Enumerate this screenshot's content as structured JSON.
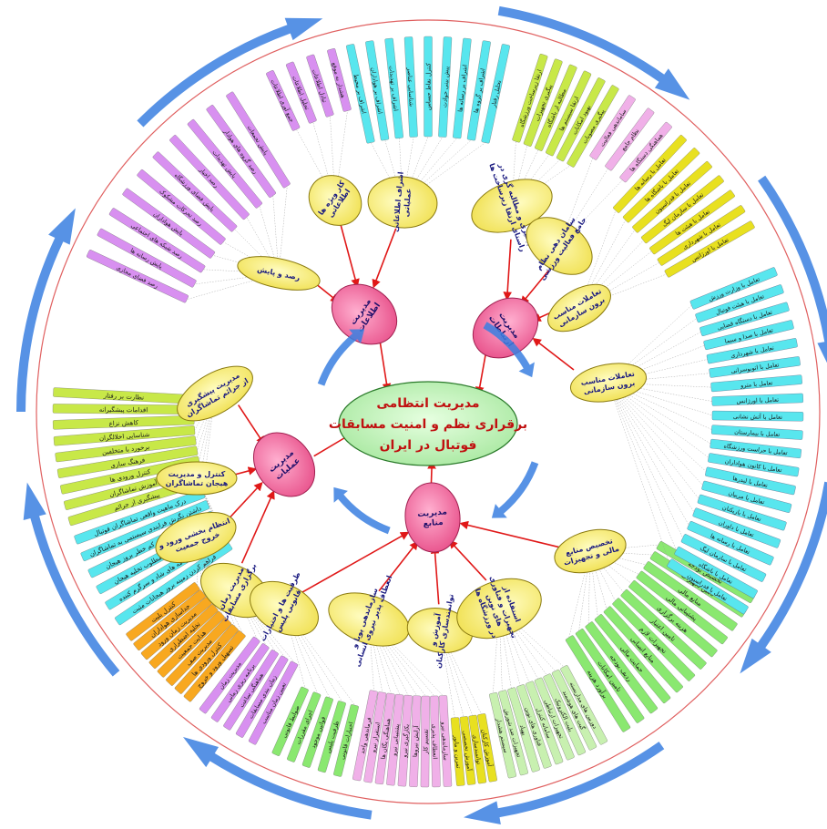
{
  "center": {
    "lines": [
      "مدیریت انتظامی",
      "برقراری نظم و امنیت مسابقات",
      "فوتبال در ایران"
    ]
  },
  "colors": {
    "center_fill": "#c8f0c0",
    "hub_fill": "#f06aa0",
    "sub_fill": "#f8f080",
    "arrow": "#e01818",
    "circle": "#e06060",
    "cycle_arrow": "#3a7fe0",
    "leaf_cyan": "#58e6ee",
    "leaf_lime": "#c8e848",
    "leaf_yellow": "#e8e020",
    "leaf_orange": "#f8a820",
    "leaf_violet": "#d890f0",
    "leaf_green": "#8ae870",
    "leaf_lightgreen": "#c8f0b0",
    "leaf_pink": "#f0b0e8"
  },
  "hubs": [
    {
      "id": "info",
      "lines": [
        "مدیریت",
        "اطلاعات"
      ],
      "subs": [
        {
          "lines": [
            "رصد و پایش"
          ],
          "color": "leaf_violet",
          "items": [
            "رصد فضای مجازی",
            "پایش رسانه ها",
            "رصد شبکه های اجتماعی",
            "پایش هواداران",
            "رصد تحرکات مشکوک",
            "پایش فضای ورزشگاه",
            "رصد اخبار",
            "پایش تهدیدات",
            "رصد گروه های هوادار",
            "پایش تجمعات"
          ]
        },
        {
          "lines": [
            "کار ویژه ها",
            "اطلاعاتی"
          ],
          "color": "leaf_violet",
          "items": [
            "جمع آوری اطلاعات",
            "تحلیل اطلاعات",
            "تبادل اطلاعات",
            "هشدار به موقع"
          ]
        },
        {
          "lines": [
            "اشراف اطلاعاتی",
            "عملیاتی"
          ],
          "color": "leaf_cyan",
          "items": [
            "اشراف بر محیط",
            "اشراف بر هواداران",
            "اشراف بر تهدیدات",
            "شناسایی عناصر",
            "کنترل نقاط حساس",
            "پیش بینی حوادث",
            "اشراف بر رسانه ها",
            "اشراف بر گروه ها",
            "تحلیل رفتار"
          ]
        }
      ]
    },
    {
      "id": "relations",
      "lines": [
        "مدیریت",
        "ارتباطات"
      ],
      "subs": [
        {
          "lines": [
            "پیگیری و مطالبه گری در",
            "راستای ارتقا زیرساخت ها"
          ],
          "color": "leaf_lime",
          "items": [
            "ارتقا زیرساخت ورزشگاه",
            "پیگیری تجهیزات",
            "مطالبه از باشگاه",
            "ارتقا سیستم ها",
            "بهبود امکانات",
            "پیگیری مصوبات"
          ]
        },
        {
          "lines": [
            "سامان دهی نظام",
            "جامع فعالیت ورزشی"
          ],
          "color": "leaf_pink",
          "items": [
            "ساماندهی فعالیت",
            "نظام جامع",
            "هماهنگی دستگاه ها"
          ]
        },
        {
          "lines": [
            "تعاملات مناسب",
            "برون سازمانی"
          ],
          "color": "leaf_yellow",
          "items": [
            "تعامل با رسانه ها",
            "تعامل با باشگاه ها",
            "تعامل با فدراسیون",
            "تعامل با سازمان لیگ",
            "تعامل با هیئت ها",
            "تعامل با شهرداری",
            "تعامل با اورژانس"
          ]
        }
      ]
    },
    {
      "id": "operations",
      "lines": [
        "مدیریت",
        "عملیات"
      ],
      "subs": [
        {
          "lines": [
            "مدیریت پیشگیری",
            "از جرائم تماشاگران"
          ],
          "color": "leaf_lime",
          "items": [
            "پیشگیری از جرائم",
            "آموزش تماشاگران",
            "کنترل ورودی ها",
            "فرهنگ سازی",
            "برخورد با متخلفین",
            "شناسایی اخلالگران",
            "کاهش نزاع",
            "اقدامات پیشگیرانه",
            "نظارت بر رفتار"
          ]
        },
        {
          "lines": [
            "کنترل و مدیریت",
            "هیجان تماشاگران"
          ],
          "color": "leaf_cyan",
          "items": [
            "فراهم کردن زمینه بروز هیجانات مثبت",
            "پیش بینی برنامه های شاد و سرگرم کننده",
            "جهت دهی هدایت مطلوب تخلیه هیجان",
            "فراهم کردن ابزار کم خطر بروز هیجان",
            "داشتن نگرش فرایندی سیستمی به تماشاگران",
            "درک ماهیت واقعی تماشاگران فوتبال"
          ]
        },
        {
          "lines": [
            "انتظام بخشی ورود و",
            "خروج جمعیت"
          ],
          "color": "leaf_orange",
          "items": [
            "تسهیل ورود و خروج",
            "کنترل ورودی ها",
            "مدیریت صف",
            "هدایت جمعیت",
            "تخلیه اضطراری",
            "مدیریت زمان ورود",
            "جداسازی هواداران",
            "کنترل بلیت"
          ]
        },
        {
          "lines": [
            "مدیریت زمان",
            "برگزاری مسابقات"
          ],
          "color": "leaf_violet",
          "items": [
            "تعیین زمان مناسب",
            "زمان بندی مسابقات",
            "هماهنگی ساعت",
            "برنامه ریزی زمانی",
            "مدیریت زمان"
          ]
        }
      ]
    },
    {
      "id": "resources",
      "lines": [
        "مدیریت",
        "منابع"
      ],
      "subs": [
        {
          "lines": [
            "ظرفیت ها و اختیارات",
            "قانونی پلیس"
          ],
          "color": "leaf_green",
          "items": [
            "اختیارات قانونی",
            "ظرفیت پلیس",
            "قوانین موجود",
            "اجرای مقررات",
            "ضوابط قانونی"
          ]
        },
        {
          "lines": [
            "سازماندهی پویا و",
            "انعطاف پذیر نیروی انسانی"
          ],
          "color": "leaf_pink",
          "items": [
            "سازماندهی نیرو",
            "انعطاف پذیری",
            "تقسیم کار",
            "آرایش نیروها",
            "بکارگیری نیرو",
            "پشتیبانی نیرو",
            "هماهنگی یگان ها",
            "استقرار نیرو",
            "فرماندهی واحد"
          ]
        },
        {
          "lines": [
            "آموزش و",
            "توانمندسازی کارکنان"
          ],
          "color": "leaf_yellow",
          "items": [
            "آموزش کارکنان",
            "توانمندسازی",
            "آموزش تخصصی",
            "تمرین و مانور"
          ]
        },
        {
          "lines": [
            "استفاده از",
            "تجهیزات و فناوری",
            "های نوین",
            "در ورزشگاه ها"
          ],
          "color": "leaf_lightgreen",
          "items": [
            "دوربین های مداربسته",
            "گیت های هوشمند",
            "بلیت الکترونیک",
            "تجهیزات ارتباطی",
            "سامانه کنترل",
            "فناوری های نوین",
            "پهپاد",
            "تجهیزات ضد شورش",
            "سیستم هشدار"
          ]
        },
        {
          "lines": [
            "تخصیص منابع",
            "مالی و تجهیزات"
          ],
          "color": "leaf_green",
          "items": [
            "تخصیص بودجه",
            "تامین تجهیزات",
            "منابع مالی",
            "پشتیبانی مالی",
            "هزینه برگزاری",
            "تامین اعتبار",
            "تجهیزات لازم",
            "منابع انسانی",
            "حمایت مالی",
            "ردیف بودجه",
            "تامین امکانات",
            "برآورد هزینه"
          ]
        }
      ]
    }
  ],
  "outer_ring": {
    "items": [
      "تعامل با وزارت ورزش",
      "تعامل با هیئت فوتبال",
      "تعامل با دستگاه قضایی",
      "تعامل با صدا و سیما",
      "تعامل با شهرداری",
      "تعامل با اتوبوسرانی",
      "تعامل با مترو",
      "تعامل با اورژانس",
      "تعامل با آتش نشانی",
      "تعامل با بیمارستان",
      "تعامل با حراست ورزشگاه",
      "تعامل با کانون هواداران",
      "تعامل با لیدرها",
      "تعامل با مربیان",
      "تعامل با بازیکنان",
      "تعامل با داوران",
      "تعامل با رسانه ها",
      "تعامل با سازمان لیگ",
      "تعامل با باشگاه",
      "تعامل با فدراسیون"
    ]
  }
}
